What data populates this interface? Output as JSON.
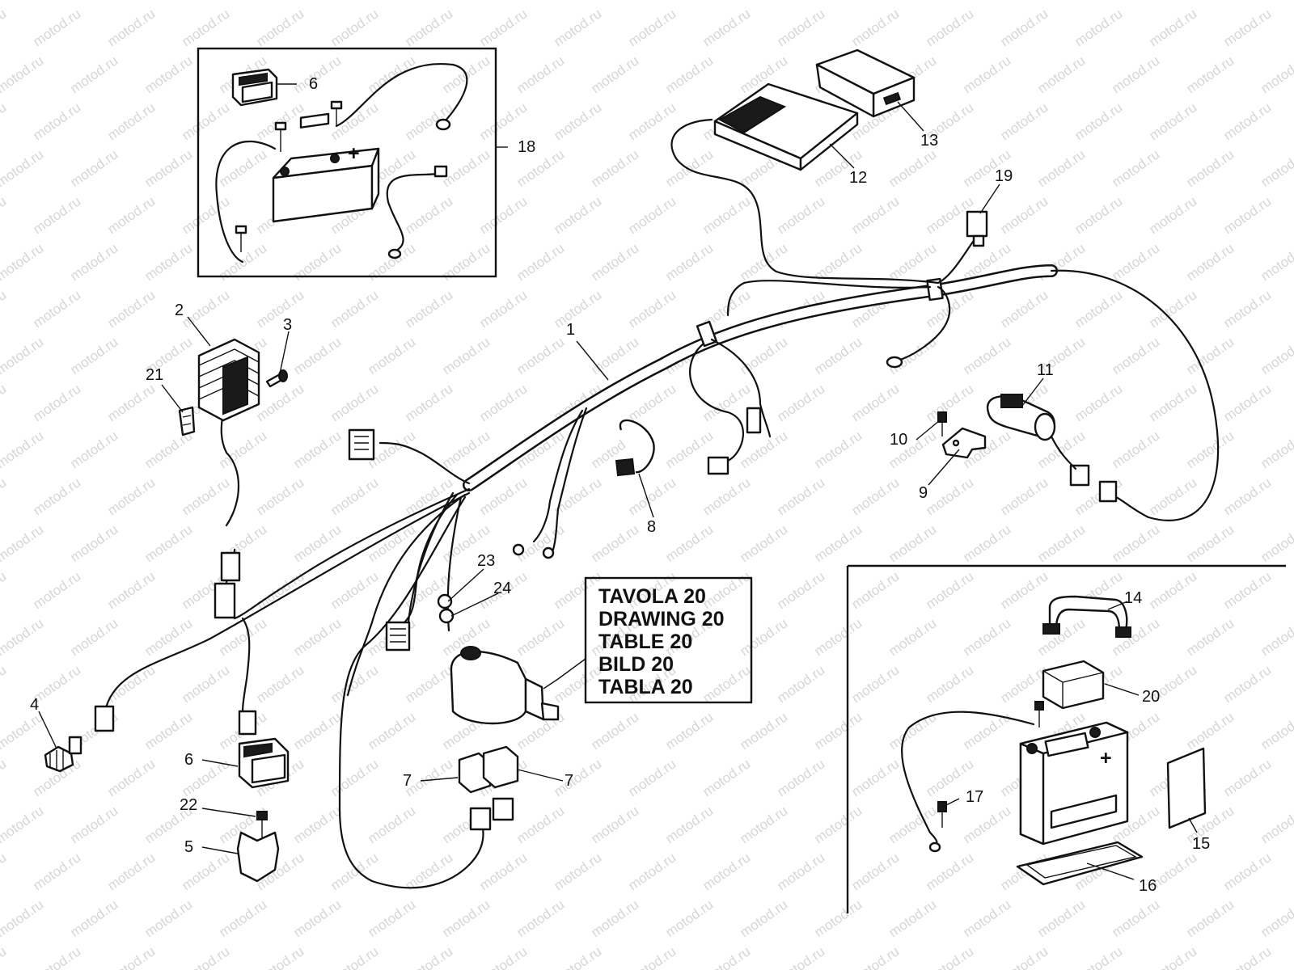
{
  "watermark": "motod.ru",
  "callouts": [
    "1",
    "2",
    "3",
    "4",
    "5",
    "6",
    "6",
    "7",
    "7",
    "8",
    "9",
    "10",
    "11",
    "12",
    "13",
    "14",
    "15",
    "16",
    "17",
    "18",
    "19",
    "20",
    "21",
    "22",
    "23",
    "24"
  ],
  "reference_lines": [
    "TAVOLA 20",
    "DRAWING 20",
    "TABLE 20",
    "BILD 20",
    "TABLA 20"
  ],
  "battery_symbol": "+"
}
